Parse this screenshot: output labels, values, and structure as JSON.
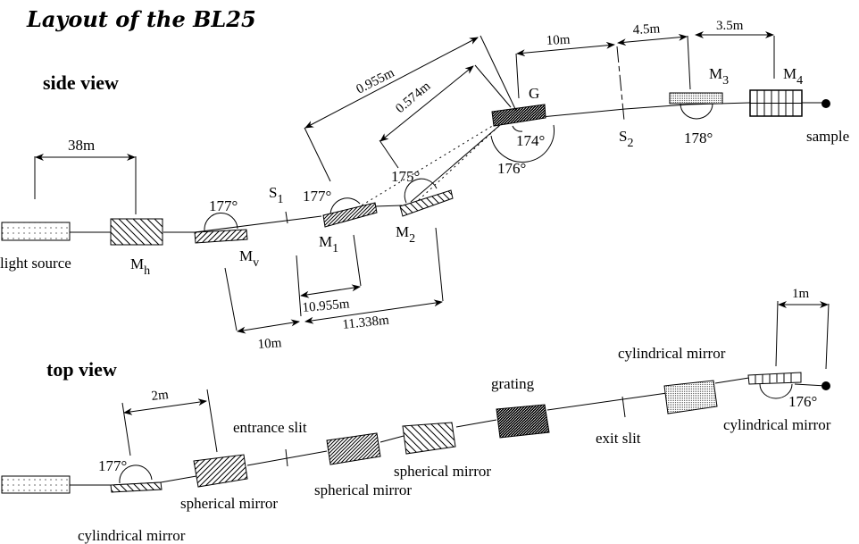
{
  "title": "Layout of the BL25",
  "side_view": {
    "heading": "side view",
    "components": {
      "light_source": "light source",
      "mh": "M",
      "mh_sub": "h",
      "mv": "M",
      "mv_sub": "v",
      "s1": "S",
      "s1_sub": "1",
      "m1": "M",
      "m1_sub": "1",
      "m2": "M",
      "m2_sub": "2",
      "g": "G",
      "s2": "S",
      "s2_sub": "2",
      "m3": "M",
      "m3_sub": "3",
      "m4": "M",
      "m4_sub": "4",
      "sample": "sample"
    },
    "angles": {
      "mv": "177°",
      "m1": "177°",
      "m2": "175°",
      "g_inner": "174°",
      "g_outer": "176°",
      "m3": "178°"
    },
    "distances": {
      "source_to_mh": "38m",
      "d_0955": "0.955m",
      "d_0574": "0.574m",
      "d_10955": "10.955m",
      "d_11338": "11.338m",
      "mv_to_s1": "10m",
      "g_to_s2": "10m",
      "s2_to_m3": "4.5m",
      "m3_to_m4": "3.5m"
    }
  },
  "top_view": {
    "heading": "top view",
    "components": {
      "cyl_mirror_1": "cylindrical mirror",
      "sph_mirror_1": "spherical mirror",
      "entrance_slit": "entrance slit",
      "sph_mirror_2": "spherical mirror",
      "sph_mirror_3": "spherical mirror",
      "grating": "grating",
      "exit_slit": "exit slit",
      "cyl_mirror_2": "cylindrical mirror",
      "cyl_mirror_3": "cylindrical mirror"
    },
    "angles": {
      "cyl_mirror_1": "177°",
      "cyl_mirror_3": "176°"
    },
    "distances": {
      "cyl_to_sph": "2m",
      "cyl_to_sample": "1m"
    }
  }
}
